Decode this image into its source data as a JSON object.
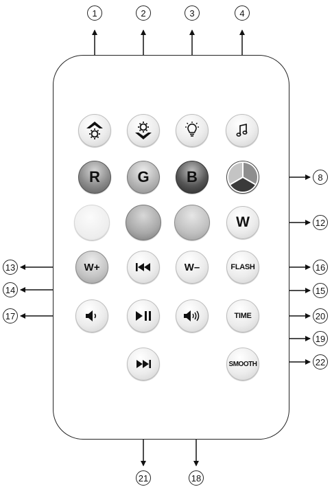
{
  "buttons": {
    "r": "R",
    "g": "G",
    "b": "B",
    "w": "W",
    "wplus": "W+",
    "wminus": "W–",
    "flash": "FLASH",
    "time": "TIME",
    "smooth": "SMOOTH"
  },
  "callouts": {
    "c1": "1",
    "c2": "2",
    "c3": "3",
    "c4": "4",
    "c8": "8",
    "c12": "12",
    "c13": "13",
    "c14": "14",
    "c15": "15",
    "c16": "16",
    "c17": "17",
    "c18": "18",
    "c19": "19",
    "c20": "20",
    "c21": "21",
    "c22": "22"
  },
  "icons": {
    "brightness_up": "brightness-up-icon",
    "brightness_down": "brightness-down-icon",
    "bulb": "light-bulb-icon",
    "music": "music-note-icon",
    "pie": "color-wheel-icon",
    "prev": "skip-back-icon",
    "play_pause": "play-pause-icon",
    "next": "skip-forward-icon",
    "vol_down": "volume-down-icon",
    "vol_up": "volume-up-icon"
  }
}
